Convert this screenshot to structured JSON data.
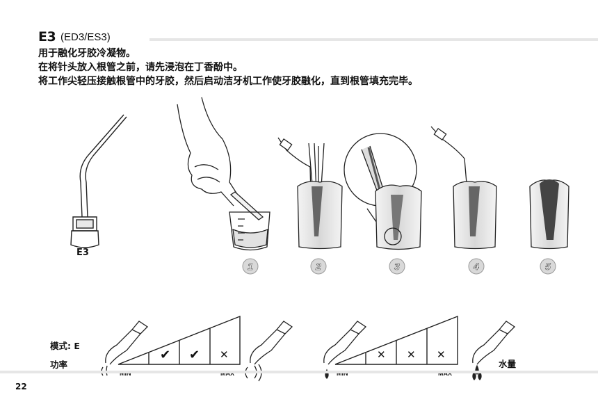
{
  "header": {
    "code": "E3",
    "subtitle": "(ED3/ES3)"
  },
  "instructions": {
    "line1": "用于融化牙胶冷凝物。",
    "line2": "在将针头放入根管之前，请先浸泡在丁香酚中。",
    "line3": "将工作尖轻压接触根管中的牙胶，然后启动洁牙机工作使牙胶融化，直到根管填充完毕。"
  },
  "tip_label": "E3",
  "steps": [
    "1",
    "2",
    "3",
    "4",
    "5"
  ],
  "power_chart": {
    "mode_label": "模式: E",
    "power_label": "功率",
    "min_label": "MIN",
    "max_label": "MAX",
    "marks": [
      "",
      "✔",
      "✔",
      "✕"
    ]
  },
  "water_chart": {
    "water_label": "水量",
    "min_label": "MIN",
    "max_label": "MAX",
    "marks": [
      "",
      "✕",
      "✕",
      "✕"
    ]
  },
  "page_number": "22"
}
